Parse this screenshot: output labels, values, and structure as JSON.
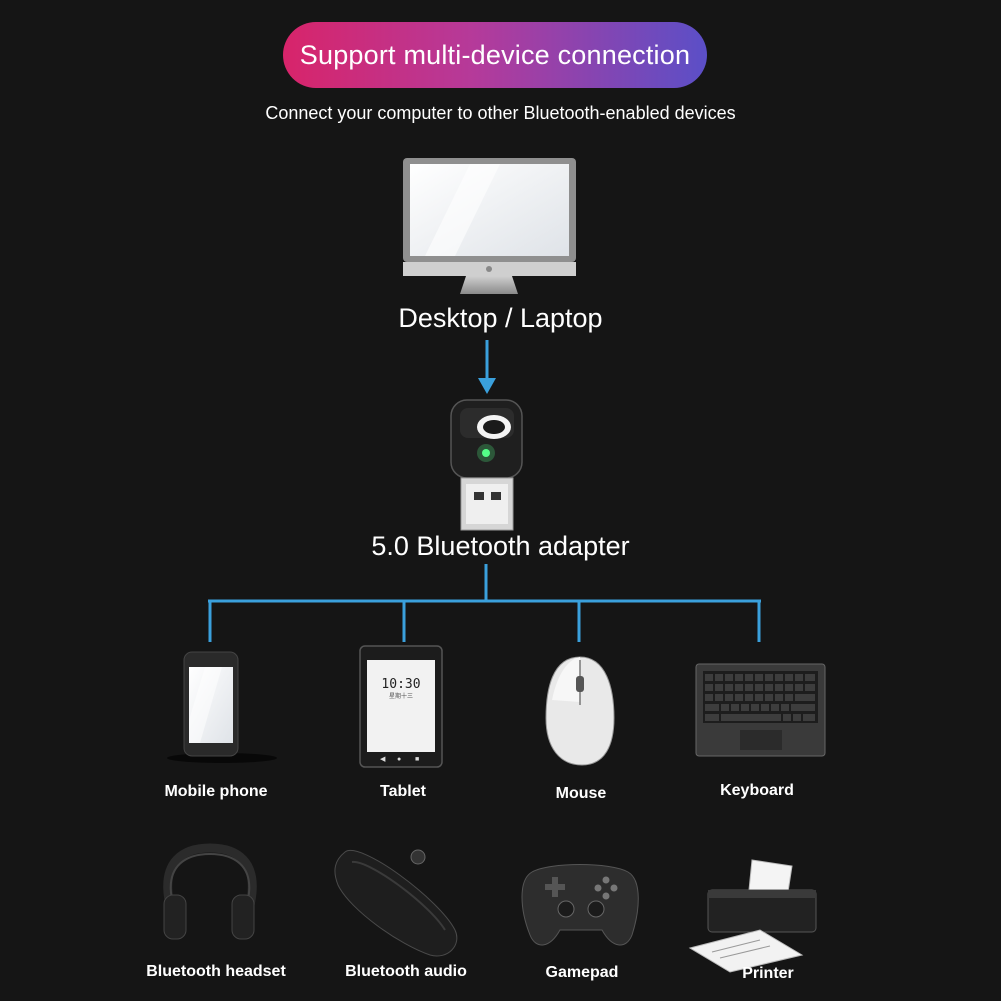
{
  "banner": {
    "title": "Support multi-device connection"
  },
  "subtitle": "Connect your computer to other Bluetooth-enabled devices",
  "host": {
    "label": "Desktop / Laptop",
    "icon": "desktop-monitor-icon"
  },
  "adapter": {
    "label": "5.0 Bluetooth adapter",
    "icon": "usb-bluetooth-adapter-icon"
  },
  "devices_row1": [
    {
      "label": "Mobile phone",
      "icon": "mobile-phone-icon"
    },
    {
      "label": "Tablet",
      "icon": "tablet-icon"
    },
    {
      "label": "Mouse",
      "icon": "mouse-icon"
    },
    {
      "label": "Keyboard",
      "icon": "keyboard-icon"
    }
  ],
  "devices_row2": [
    {
      "label": "Bluetooth headset",
      "icon": "headphones-icon"
    },
    {
      "label": "Bluetooth audio",
      "icon": "speaker-icon"
    },
    {
      "label": "Gamepad",
      "icon": "gamepad-icon"
    },
    {
      "label": "Printer",
      "icon": "printer-icon"
    }
  ],
  "tablet_screen": {
    "time": "10:30",
    "date": "星期十三"
  },
  "colors": {
    "background": "#151515",
    "connector": "#3aa0dc",
    "banner_start": "#d8246a",
    "banner_end": "#5b4fc7"
  }
}
